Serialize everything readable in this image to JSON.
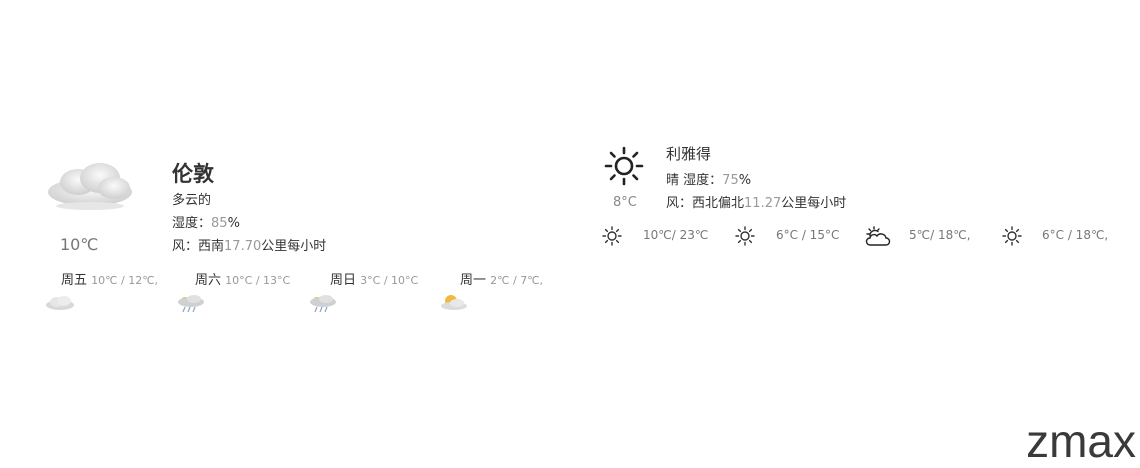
{
  "london": {
    "city": "伦敦",
    "condition": "多云的",
    "humidity_label": "湿度：",
    "humidity_value": "85",
    "humidity_unit": "%",
    "wind_label": "风：",
    "wind_dir": "西南",
    "wind_speed": "17.70",
    "wind_unit": "公里每小时",
    "current_temp": "10℃",
    "forecast": [
      {
        "day": "周五",
        "range": "10℃ / 12℃,",
        "icon": "cloudy-icon"
      },
      {
        "day": "周六",
        "range": "10°C / 13°C",
        "icon": "rain-icon"
      },
      {
        "day": "周日",
        "range": "3°C / 10°C",
        "icon": "rain-icon"
      },
      {
        "day": "周一",
        "range": "2℃ / 7℃,",
        "icon": "partly-sunny-icon"
      }
    ]
  },
  "riyadh": {
    "city": "利雅得",
    "condition": "晴",
    "humidity_label": "湿度：",
    "humidity_value": "75",
    "humidity_unit": "%",
    "wind_label": "风：",
    "wind_dir": "西北偏北",
    "wind_speed": "11.27",
    "wind_unit": "公里每小时",
    "current_temp": "8°C",
    "forecast": [
      {
        "range": "10℃/ 23℃",
        "icon": "sun-icon"
      },
      {
        "range": "6°C / 15°C",
        "icon": "sun-icon"
      },
      {
        "range": "5℃/ 18℃,",
        "icon": "partly-cloudy-icon"
      },
      {
        "range": "6°C / 18℃,",
        "icon": "sun-icon"
      }
    ]
  },
  "brand": "zmax",
  "colors": {
    "text": "#333333",
    "muted": "#999999",
    "brand": "#3a3a3a"
  }
}
